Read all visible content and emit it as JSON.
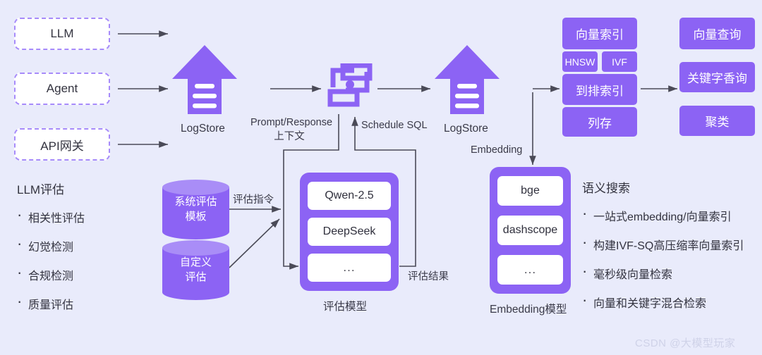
{
  "diagram": {
    "background_color": "#e9ebfb",
    "accent_color": "#8c63f4",
    "accent_light_color": "#a98df7",
    "sources": [
      {
        "label": "LLM"
      },
      {
        "label": "Agent"
      },
      {
        "label": "API网关"
      }
    ],
    "logstore_left": {
      "caption": "LogStore",
      "icon": "up-arrow-document-icon"
    },
    "logstore_right": {
      "caption": "LogStore",
      "icon": "up-arrow-document-icon"
    },
    "schedule_node": {
      "icon": "schedule-sql-icon"
    },
    "edge_labels": {
      "prompt_response": "Prompt/Response",
      "prompt_response_sub": "上下文",
      "schedule_sql": "Schedule SQL",
      "embedding": "Embedding",
      "eval_instruction": "评估指令",
      "eval_result": "评估结果"
    },
    "llm_eval": {
      "title": "LLM评估",
      "items": [
        "相关性评估",
        "幻觉检测",
        "合规检测",
        "质量评估"
      ]
    },
    "cylinders": [
      {
        "line1": "系统评估",
        "line2": "模板"
      },
      {
        "line1": "自定义",
        "line2": "评估"
      }
    ],
    "eval_model": {
      "caption": "评估模型",
      "chips": [
        "Qwen-2.5",
        "DeepSeek",
        "..."
      ]
    },
    "embedding_model": {
      "caption": "Embedding模型",
      "chips": [
        "bge",
        "dashscope",
        "..."
      ]
    },
    "index_column": {
      "vector_index": "向量索引",
      "algos": [
        "HNSW",
        "IVF"
      ],
      "inverted_index": "到排索引",
      "columnar": "列存"
    },
    "query_column": [
      "向量查询",
      "关键字香询",
      "聚类"
    ],
    "semantic_search": {
      "title": "语义搜索",
      "items": [
        "一站式embedding/向量索引",
        "构建IVF-SQ高压缩率向量索引",
        "毫秒级向量检索",
        "向量和关键字混合检索"
      ]
    },
    "watermark": "CSDN @大模型玩家"
  }
}
